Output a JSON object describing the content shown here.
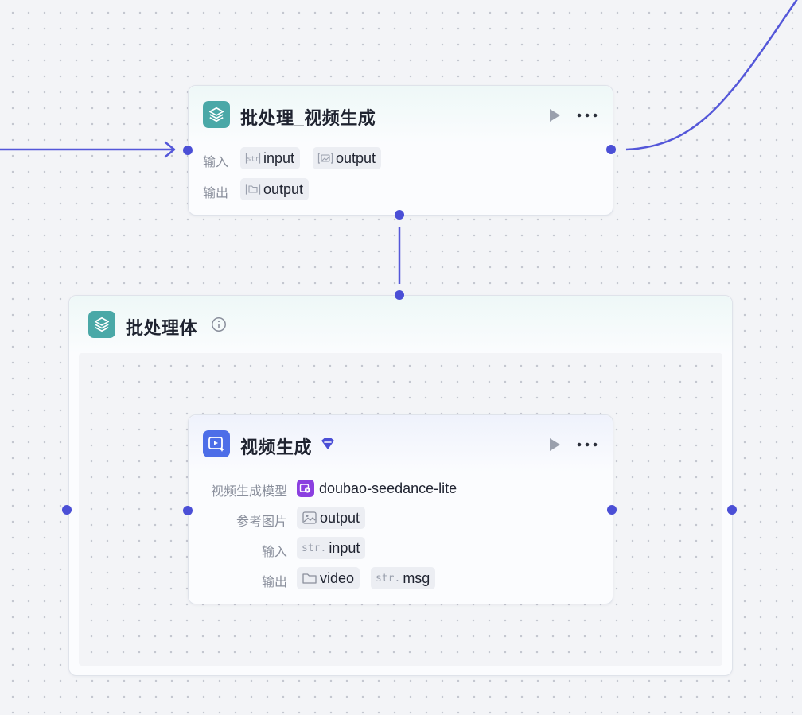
{
  "batch_node": {
    "title": "批处理_视频生成",
    "input_label": "输入",
    "output_label": "输出",
    "inputs": [
      {
        "type_icon": "str",
        "name": "input"
      },
      {
        "type_icon": "image-list-icon",
        "name": "output"
      }
    ],
    "outputs": [
      {
        "type_icon": "folder-icon",
        "name": "output"
      }
    ]
  },
  "batch_body": {
    "title": "批处理体"
  },
  "video_node": {
    "title": "视频生成",
    "model_label": "视频生成模型",
    "model_value": "doubao-seedance-lite",
    "ref_label": "参考图片",
    "ref_value": "output",
    "input_label": "输入",
    "input_type": "str.",
    "input_value": "input",
    "output_label": "输出",
    "outputs": [
      {
        "type_icon": "folder-icon",
        "name": "video"
      },
      {
        "type_icon": "str.",
        "name": "msg"
      }
    ]
  },
  "colors": {
    "wire": "#5457d9",
    "port": "#4b4fd6",
    "teal_icon": "#4aa8a7",
    "blue_icon": "#4d6ee8",
    "model_icon": "#8b3fe0",
    "canvas": "#f3f4f7"
  }
}
